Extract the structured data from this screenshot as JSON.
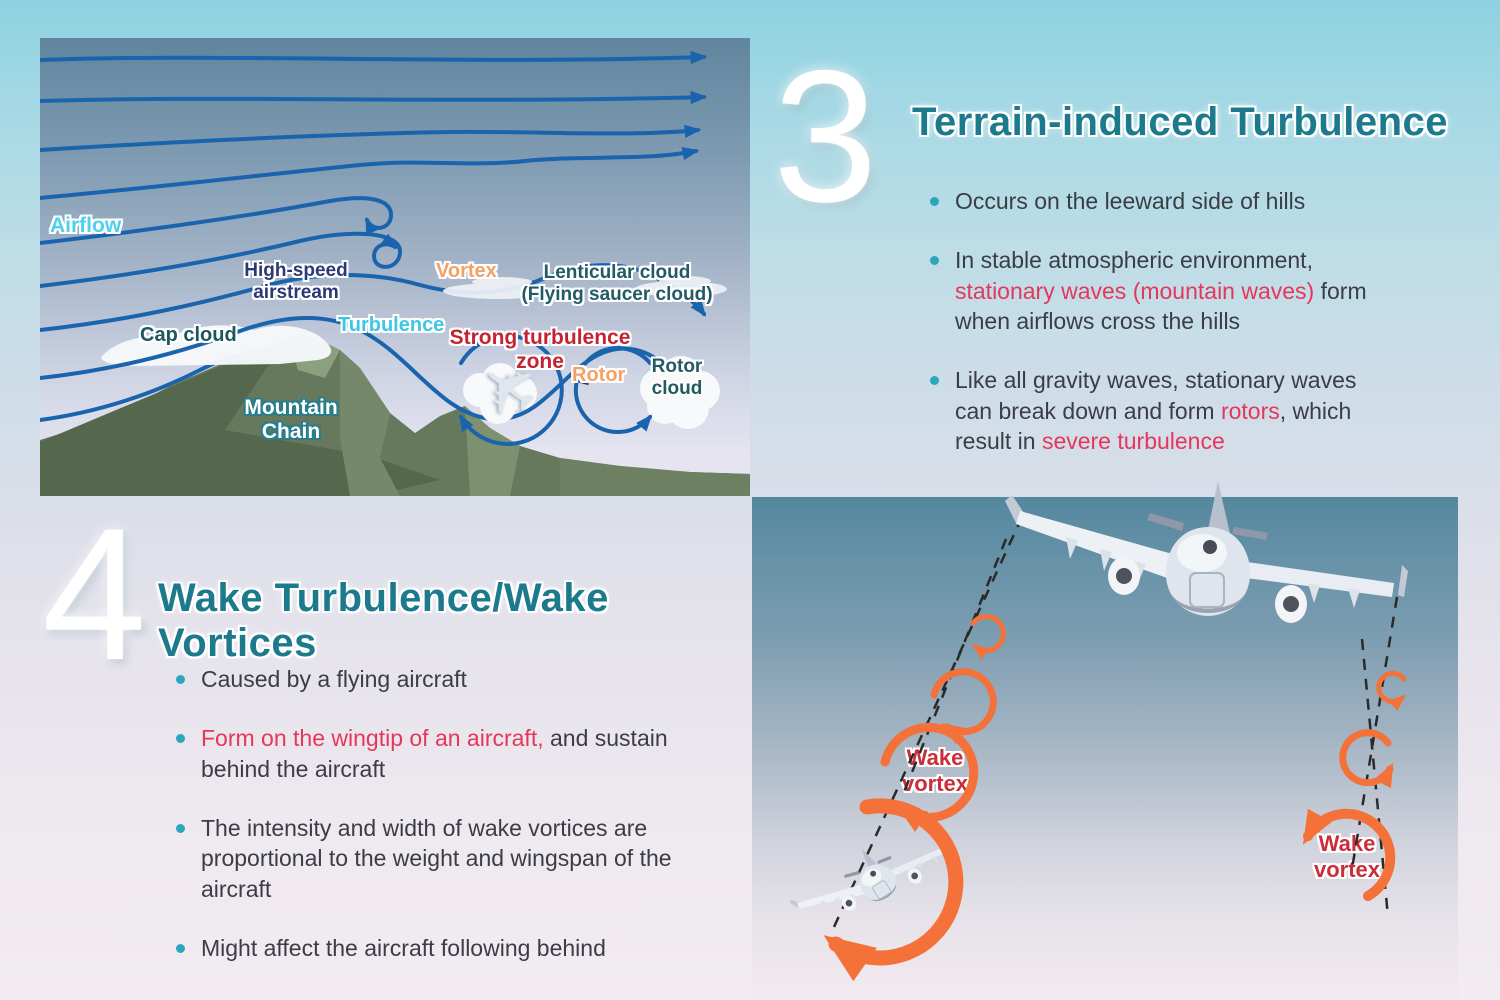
{
  "colors": {
    "title_teal": "#1c7a8c",
    "body_text": "#3a3d45",
    "highlight_red": "#e4375a",
    "stream_blue": "#1a64ad",
    "vortex_orange": "#f4713a",
    "strong_zone_red": "#c32433",
    "wake_label_red": "#cb2d3a"
  },
  "terrain_section": {
    "number": "3",
    "title": "Terrain-induced Turbulence",
    "bullet1": "Occurs on the leeward side of hills",
    "bullet2_pre": "In stable atmospheric environment, ",
    "bullet2_red": "stationary waves (mountain waves)",
    "bullet2_post": " form when airflows cross the hills",
    "bullet3_pre": "Like all gravity waves, stationary waves can break down and form ",
    "bullet3_red1": "rotors",
    "bullet3_mid": ", which result in ",
    "bullet3_red2": "severe turbulence"
  },
  "wake_section": {
    "number": "4",
    "title": "Wake Turbulence/Wake Vortices",
    "bullet1": "Caused by a flying aircraft",
    "bullet2_red": "Form on the wingtip of an aircraft,",
    "bullet2_post": " and sustain behind the aircraft",
    "bullet3": "The intensity and width of wake vortices are proportional to the weight and wingspan of the aircraft",
    "bullet4": "Might affect the aircraft following behind"
  },
  "diagram": {
    "airflow": "Airflow",
    "high_speed_airstream": "High-speed\nairstream",
    "cap_cloud": "Cap cloud",
    "turbulence": "Turbulence",
    "vortex": "Vortex",
    "lenticular_cloud": "Lenticular cloud\n(Flying saucer cloud)",
    "strong_turbulence_zone": "Strong turbulence\nzone",
    "rotor": "Rotor",
    "rotor_cloud": "Rotor\ncloud",
    "mountain_chain": "Mountain\nChain",
    "plane_glyph": "✈"
  },
  "wake_panel": {
    "label_left": "Wake\nvortex",
    "label_right": "Wake\nvortex"
  }
}
